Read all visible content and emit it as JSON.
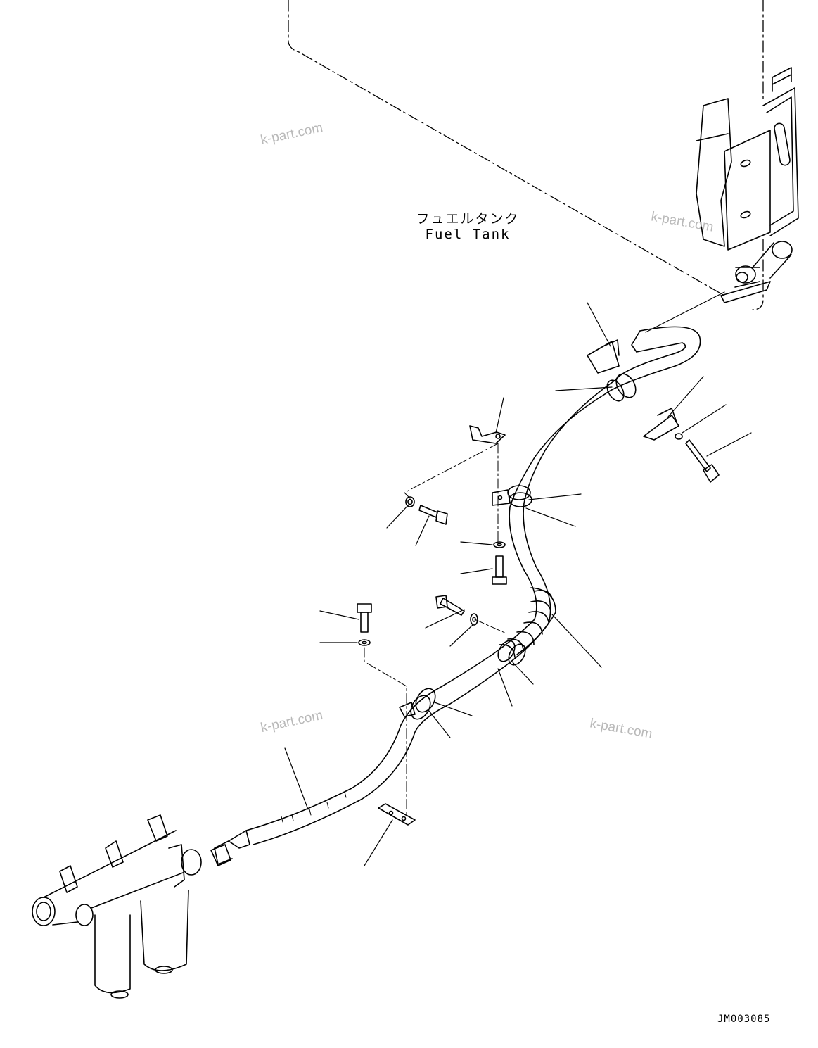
{
  "diagram": {
    "tank_label_jp": "フュエルタンク",
    "tank_label_en": "Fuel Tank",
    "drawing_number": "JM003085",
    "watermark_text": "k-part.com"
  },
  "colors": {
    "line": "#000000",
    "watermark": "#b9b9b9",
    "background": "#ffffff"
  }
}
